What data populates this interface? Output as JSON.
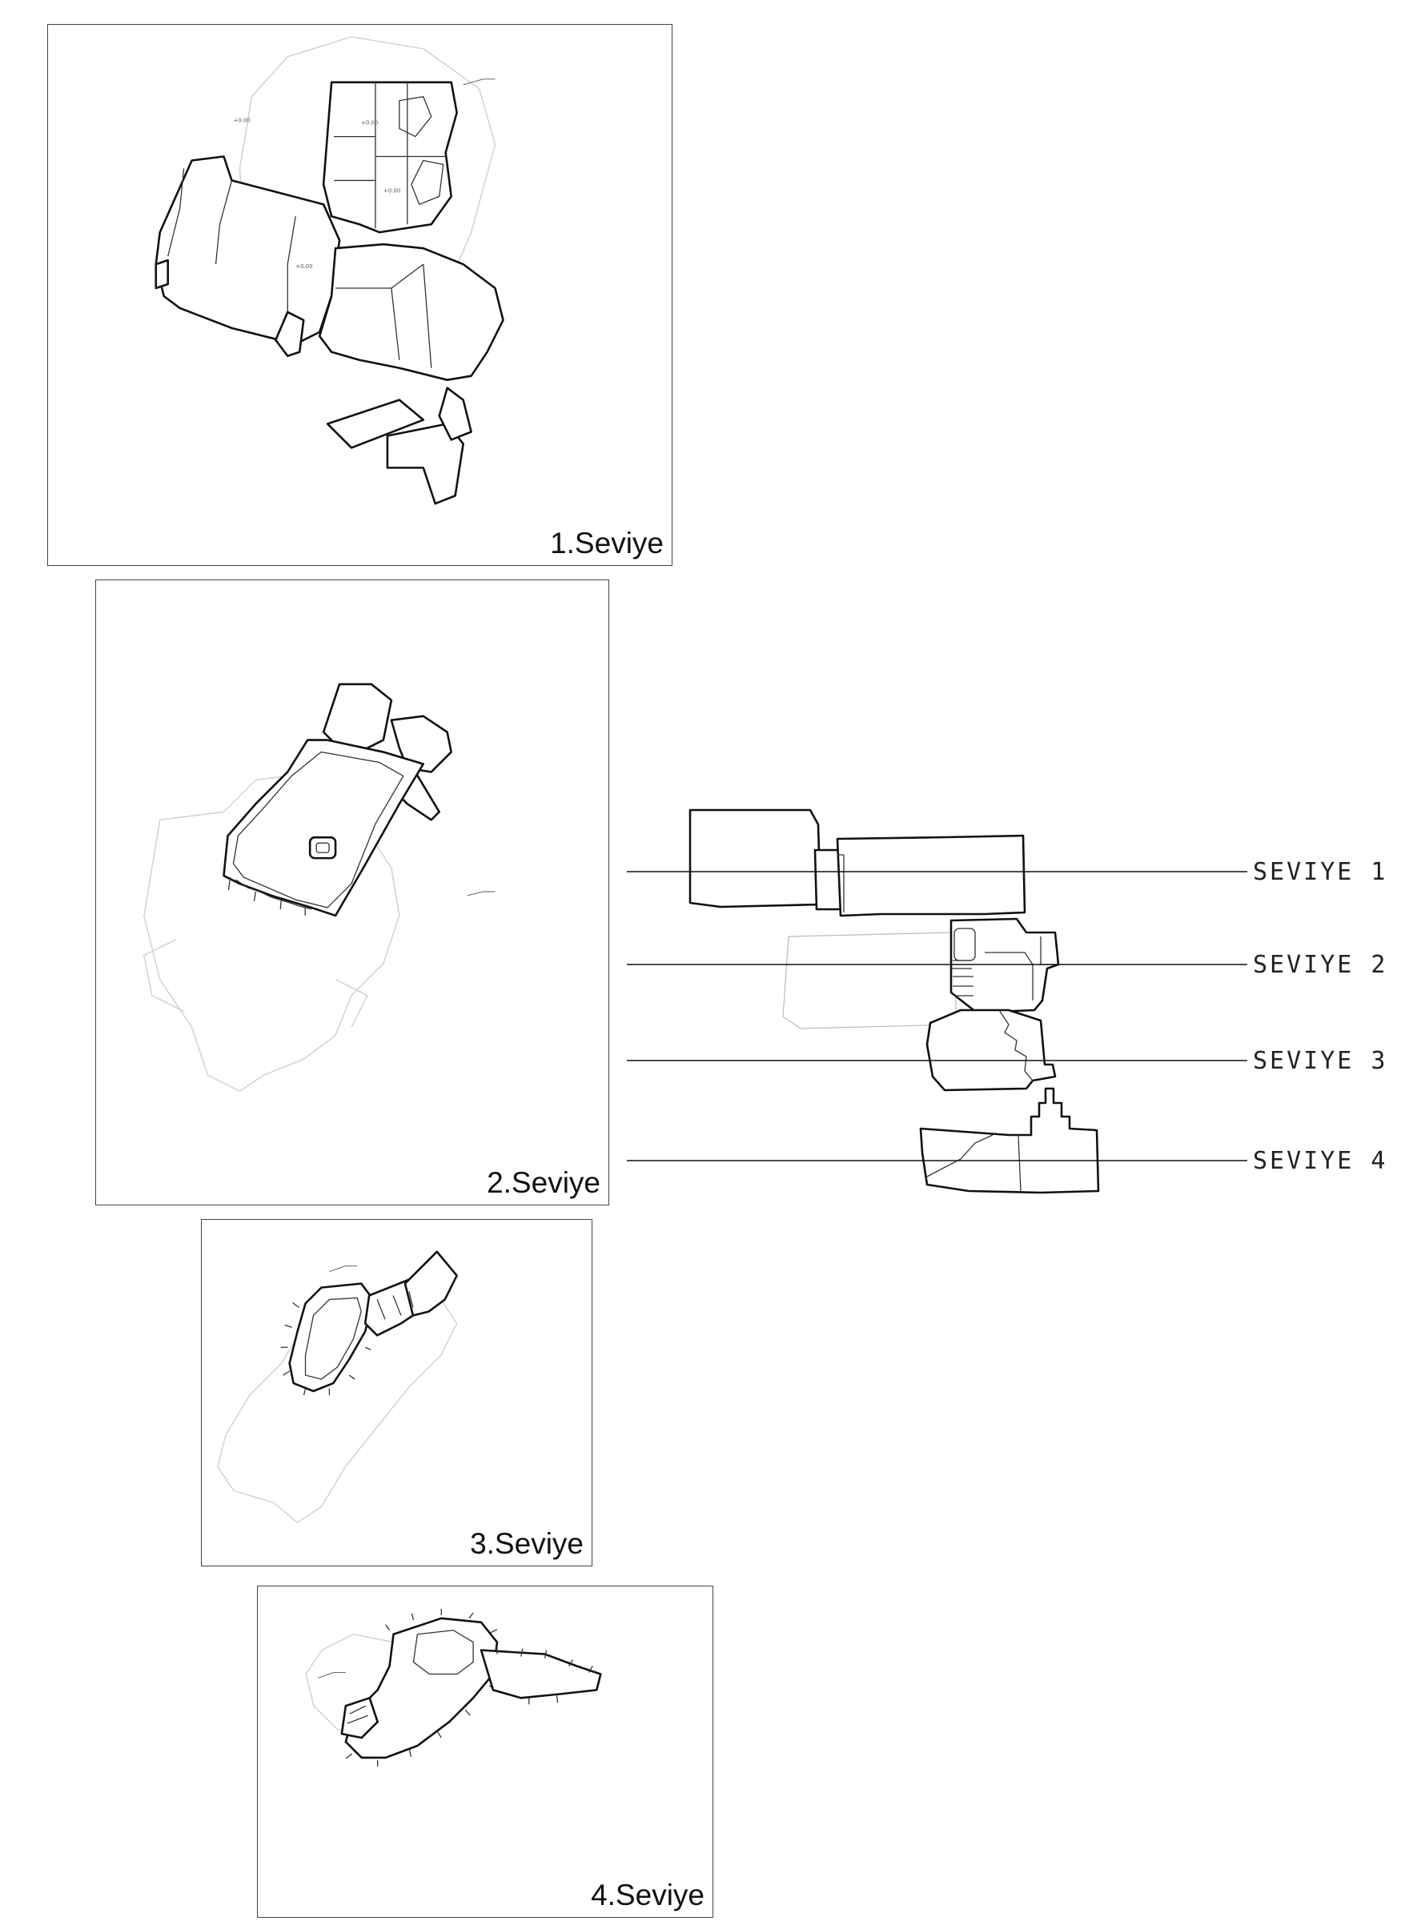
{
  "panels": [
    {
      "id": 1,
      "label": "1.Seviye"
    },
    {
      "id": 2,
      "label": "2.Seviye"
    },
    {
      "id": 3,
      "label": "3.Seviye"
    },
    {
      "id": 4,
      "label": "4.Seviye"
    }
  ],
  "section": {
    "levels": [
      {
        "label": "SEVIYE 1"
      },
      {
        "label": "SEVIYE 2"
      },
      {
        "label": "SEVIYE 3"
      },
      {
        "label": "SEVIYE 4"
      }
    ]
  }
}
